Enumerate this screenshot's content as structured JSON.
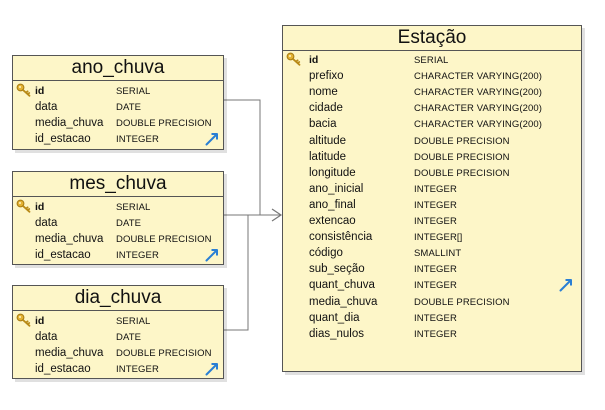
{
  "entities": {
    "ano_chuva": {
      "title": "ano_chuva",
      "columns": [
        {
          "name": "id",
          "type": "SERIAL",
          "pk": true
        },
        {
          "name": "data",
          "type": "DATE"
        },
        {
          "name": "media_chuva",
          "type": "DOUBLE PRECISION"
        },
        {
          "name": "id_estacao",
          "type": "INTEGER"
        }
      ]
    },
    "mes_chuva": {
      "title": "mes_chuva",
      "columns": [
        {
          "name": "id",
          "type": "SERIAL",
          "pk": true
        },
        {
          "name": "data",
          "type": "DATE"
        },
        {
          "name": "media_chuva",
          "type": "DOUBLE PRECISION"
        },
        {
          "name": "id_estacao",
          "type": "INTEGER"
        }
      ]
    },
    "dia_chuva": {
      "title": "dia_chuva",
      "columns": [
        {
          "name": "id",
          "type": "SERIAL",
          "pk": true
        },
        {
          "name": "data",
          "type": "DATE"
        },
        {
          "name": "media_chuva",
          "type": "DOUBLE PRECISION"
        },
        {
          "name": "id_estacao",
          "type": "INTEGER"
        }
      ]
    },
    "estacao": {
      "title": "Estação",
      "columns": [
        {
          "name": "id",
          "type": "SERIAL",
          "pk": true
        },
        {
          "name": "prefixo",
          "type": "CHARACTER VARYING(200)"
        },
        {
          "name": "nome",
          "type": "CHARACTER VARYING(200)"
        },
        {
          "name": "cidade",
          "type": "CHARACTER VARYING(200)"
        },
        {
          "name": "bacia",
          "type": "CHARACTER VARYING(200)"
        },
        {
          "name": "altitude",
          "type": "DOUBLE PRECISION"
        },
        {
          "name": "latitude",
          "type": "DOUBLE PRECISION"
        },
        {
          "name": "longitude",
          "type": "DOUBLE PRECISION"
        },
        {
          "name": "ano_inicial",
          "type": "INTEGER"
        },
        {
          "name": "ano_final",
          "type": "INTEGER"
        },
        {
          "name": "extencao",
          "type": "INTEGER"
        },
        {
          "name": "consistência",
          "type": "INTEGER[]"
        },
        {
          "name": "código",
          "type": "SMALLINT"
        },
        {
          "name": "sub_seção",
          "type": "INTEGER"
        },
        {
          "name": "quant_chuva",
          "type": "INTEGER"
        },
        {
          "name": "media_chuva",
          "type": "DOUBLE PRECISION"
        },
        {
          "name": "quant_dia",
          "type": "INTEGER"
        },
        {
          "name": "dias_nulos",
          "type": "INTEGER"
        }
      ]
    }
  },
  "relationships": [
    {
      "from": "ano_chuva",
      "to": "estacao"
    },
    {
      "from": "mes_chuva",
      "to": "estacao"
    },
    {
      "from": "dia_chuva",
      "to": "estacao"
    }
  ],
  "colors": {
    "entity_fill": "#fdf6c8",
    "border": "#555555",
    "connector": "#777777",
    "key": "#d9a520",
    "resize_handle": "#2a7fd4"
  },
  "icons": {
    "primary_key": "key-icon",
    "resize": "resize-arrow-icon"
  }
}
